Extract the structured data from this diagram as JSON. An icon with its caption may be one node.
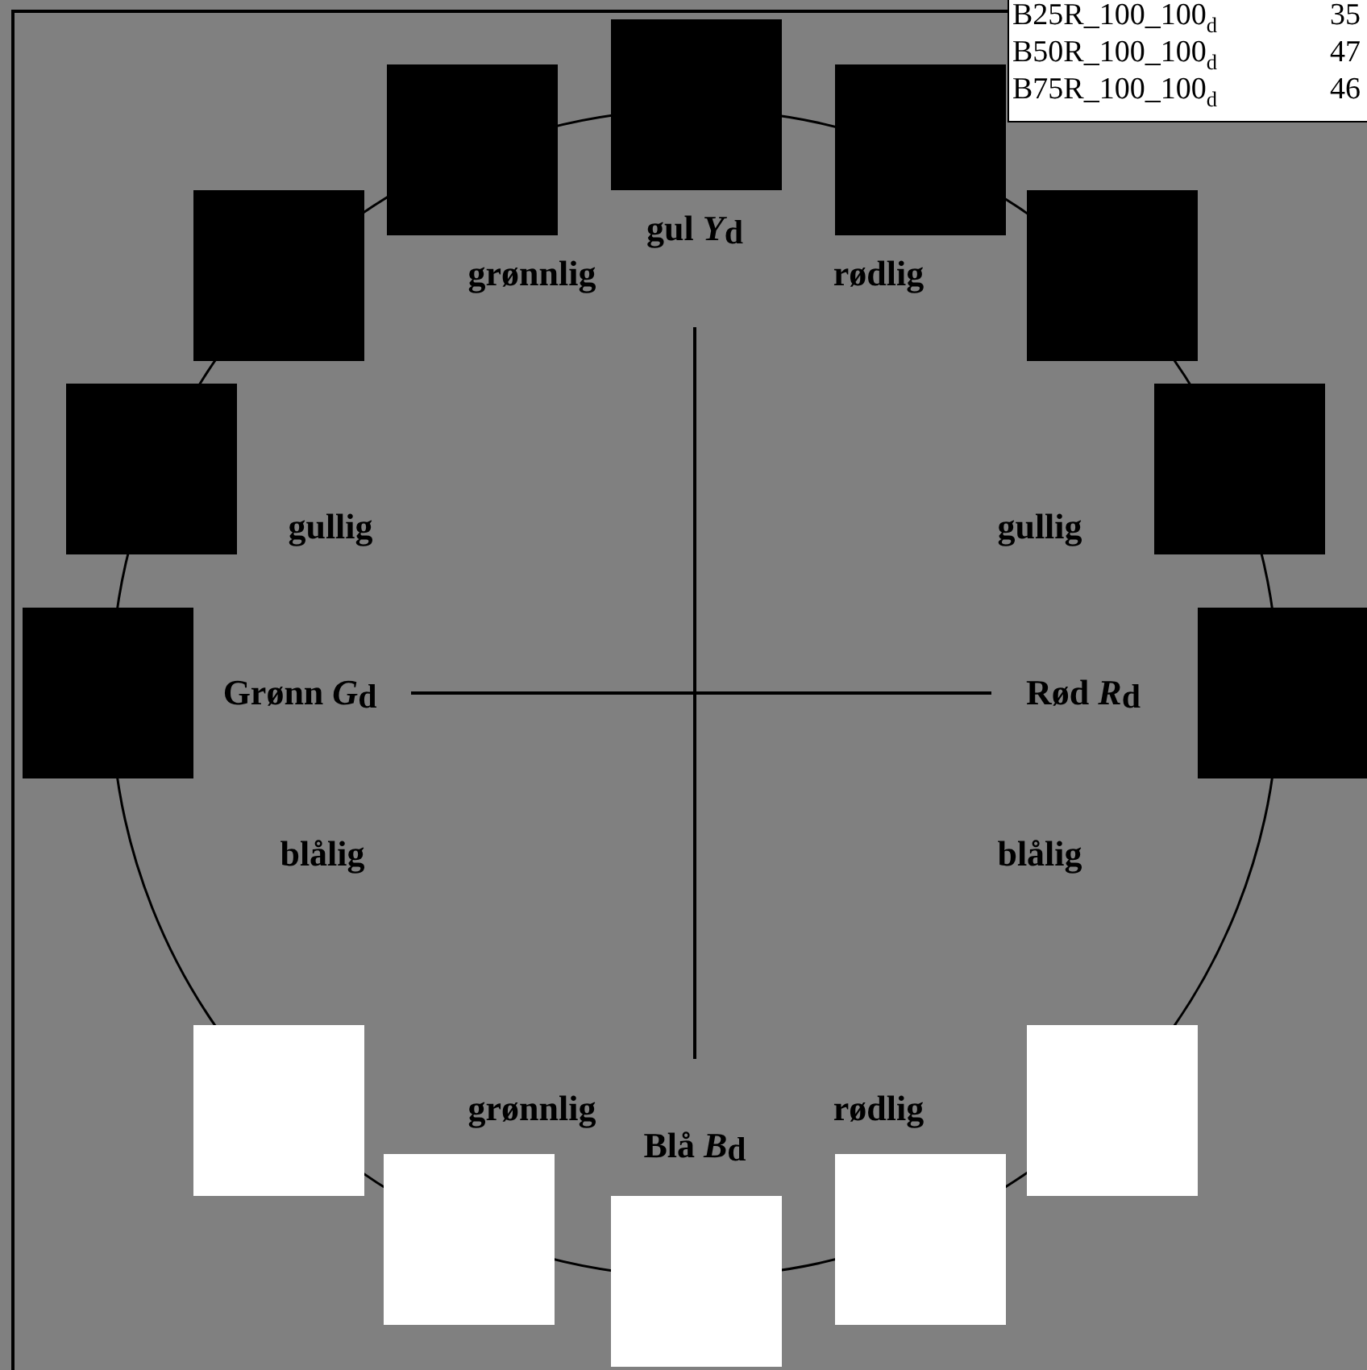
{
  "diagram": {
    "labels": [
      "B25R_100_100$_{d}$",
      "35",
      "B50R_100_100$_{d}$",
      "47",
      "B75R_100_100$_{d}$",
      "46",
      "gul *Y*$_{d}$",
      "grønnlig",
      "rødlig",
      "gullig",
      "gullig",
      "Grønn *G*$_{d}$",
      "Rød *R*$_{d}$",
      "blålig",
      "blålig",
      "grønnlig",
      "rødlig",
      "Blå *B*$_{d}$"
    ]
  }
}
